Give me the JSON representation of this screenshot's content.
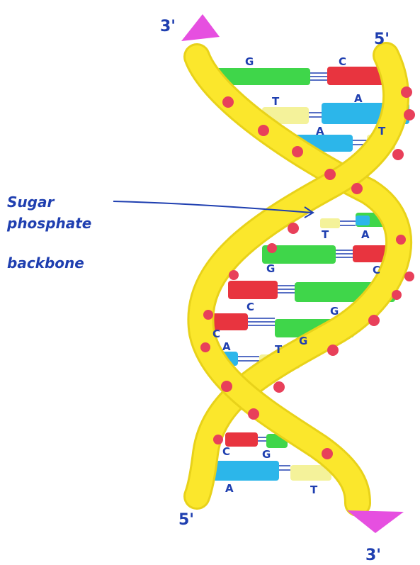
{
  "ends": {
    "top_left": "3'",
    "top_right": "5'",
    "bottom_left": "5'",
    "bottom_right": "3'"
  },
  "label": {
    "line1": "Sugar",
    "line2": "phosphate",
    "line3": "backbone"
  },
  "base_pairs": [
    {
      "left": "G",
      "right": "C"
    },
    {
      "left": "T",
      "right": "A"
    },
    {
      "left": "A",
      "right": "T"
    },
    {
      "left": "T",
      "right": "A"
    },
    {
      "left": "G",
      "right": "C"
    },
    {
      "left": "C",
      "right": "G"
    },
    {
      "left": "C",
      "right": "G"
    },
    {
      "left": "A",
      "right": "T"
    },
    {
      "left": "C",
      "right": "G"
    },
    {
      "left": "A",
      "right": "T"
    }
  ],
  "colors": {
    "backbone": "#fbe72c",
    "backbone_edge": "#e8d21a",
    "phosphate_dot": "#e8405a",
    "A": "#2cb6ea",
    "T": "#f4f29a",
    "G": "#3fd64a",
    "C": "#e8343f",
    "end_marker": "#e64fe0",
    "ink": "#1f3fb0"
  }
}
